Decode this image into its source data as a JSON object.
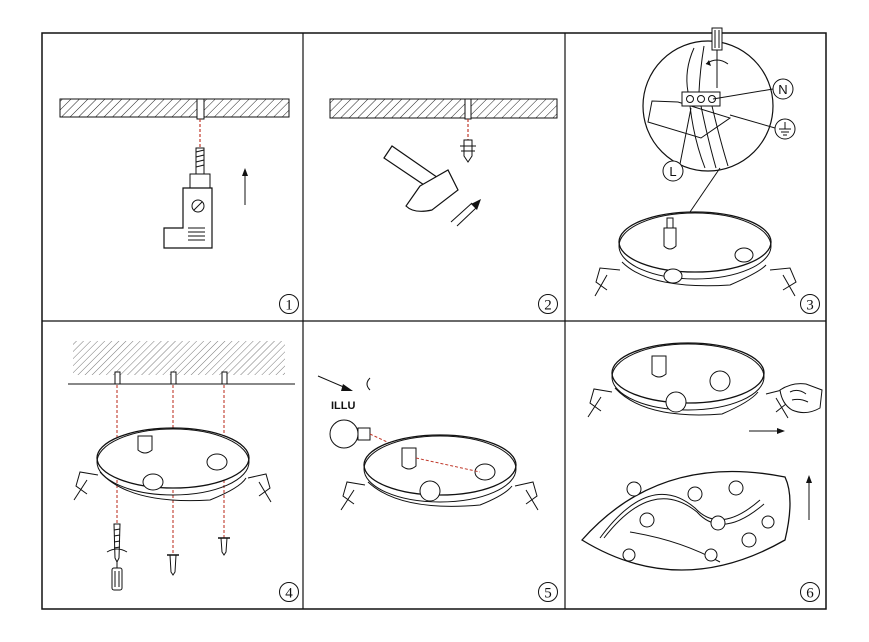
{
  "steps": [
    {
      "number": "1"
    },
    {
      "number": "2"
    },
    {
      "number": "3",
      "labels": {
        "neutral": "N",
        "live": "L"
      }
    },
    {
      "number": "4"
    },
    {
      "number": "5",
      "note": "ILLU"
    },
    {
      "number": "6"
    }
  ]
}
